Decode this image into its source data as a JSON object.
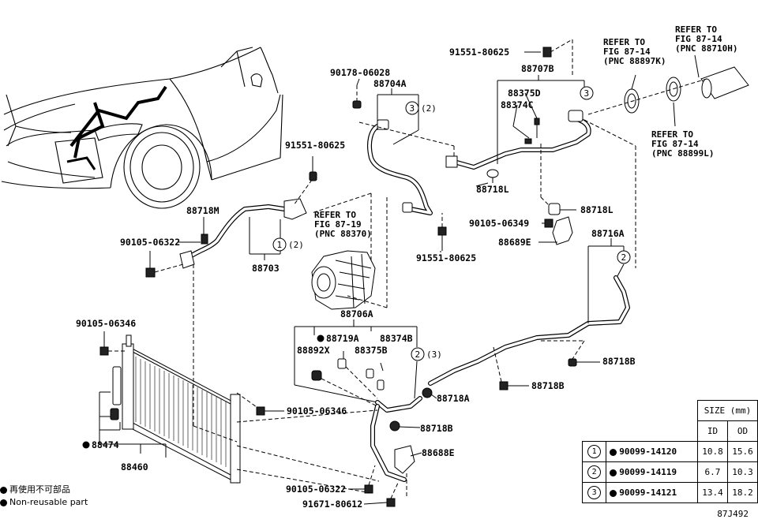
{
  "labels": {
    "p88707B": "88707B",
    "p91551_80625_top": "91551-80625",
    "p88375D": "88375D",
    "p88374C": "88374C",
    "p88718L_a": "88718L",
    "p88718L_b": "88718L",
    "p90105_06349": "90105-06349",
    "p88689E": "88689E",
    "p90178_06028": "90178-06028",
    "p88704A": "88704A",
    "p91551_80625_mid": "91551-80625",
    "p91551_80625_low": "91551-80625",
    "p88718M": "88718M",
    "p90105_06322_a": "90105-06322",
    "p88703": "88703",
    "p88706A": "88706A",
    "p88719A": "88719A",
    "p88892X": "88892X",
    "p88374B": "88374B",
    "p88375B": "88375B",
    "p88716A": "88716A",
    "p88718B_a": "88718B",
    "p88718B_b": "88718B",
    "p88718A": "88718A",
    "p88718B_c": "88718B",
    "p88688E": "88688E",
    "p90105_06346_a": "90105-06346",
    "p90105_06346_b": "90105-06346",
    "p88474": "88474",
    "p88460": "88460",
    "p90105_06322_b": "90105-06322",
    "p91671_80612": "91671-80612"
  },
  "refs": {
    "r1": [
      "REFER TO",
      "FIG 87-14",
      "(PNC 88710H)"
    ],
    "r2": [
      "REFER TO",
      "FIG 87-14",
      "(PNC 88897K)"
    ],
    "r3": [
      "REFER TO",
      "FIG 87-14",
      "(PNC 88899L)"
    ],
    "r4": [
      "REFER TO",
      "FIG 87-19",
      "(PNC 88370)"
    ]
  },
  "callouts": {
    "c1_num": "1",
    "c1_qty": "(2)",
    "c2_num": "2",
    "c2_qty": "(3)",
    "c3_num": "3",
    "c3_qty": "(2)",
    "c2b_num": "2",
    "c3b_num": "3"
  },
  "size_table": {
    "header": "SIZE (mm)",
    "col_id": "ID",
    "col_od": "OD",
    "rows": [
      {
        "ref": "1",
        "part": "90099-14120",
        "id": "10.8",
        "od": "15.6"
      },
      {
        "ref": "2",
        "part": "90099-14119",
        "id": "6.7",
        "od": "10.3"
      },
      {
        "ref": "3",
        "part": "90099-14121",
        "id": "13.4",
        "od": "18.2"
      }
    ]
  },
  "legend": {
    "jp": "再使用不可部品",
    "en": "Non-reusable part"
  },
  "figure_code": "87J492"
}
